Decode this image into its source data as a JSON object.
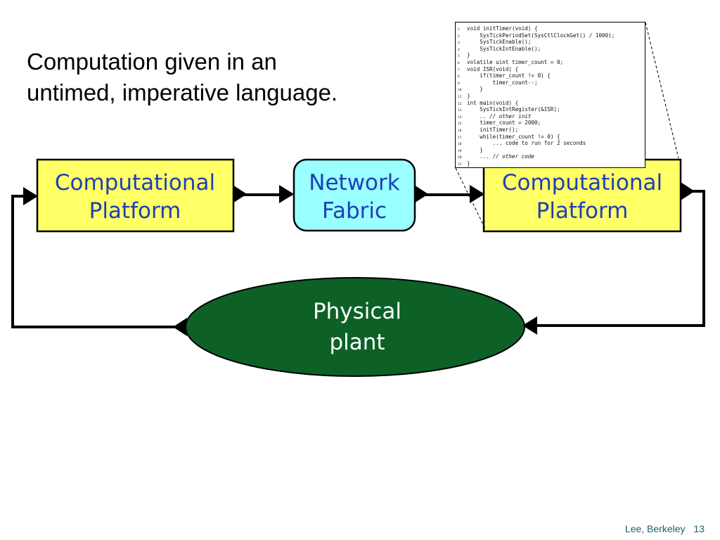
{
  "headline": {
    "line1": "Computation given in an",
    "line2": "untimed, imperative language."
  },
  "nodes": {
    "left_platform": {
      "line1": "Computational",
      "line2": "Platform"
    },
    "network": {
      "line1": "Network",
      "line2": "Fabric"
    },
    "right_platform": {
      "line1": "Computational",
      "line2": "Platform"
    },
    "plant": {
      "line1": "Physical",
      "line2": "plant"
    }
  },
  "code": {
    "lines": [
      {
        "n": "1",
        "text": "void initTimer(void) {",
        "comment": false
      },
      {
        "n": "2",
        "text": "    SysTickPeriodSet(SysCtlClockGet() / 1000);",
        "comment": false
      },
      {
        "n": "3",
        "text": "    SysTickEnable();",
        "comment": false
      },
      {
        "n": "4",
        "text": "    SysTickIntEnable();",
        "comment": false
      },
      {
        "n": "5",
        "text": "}",
        "comment": false
      },
      {
        "n": "6",
        "text": "volatile uint timer_count = 0;",
        "comment": false
      },
      {
        "n": "7",
        "text": "void ISR(void) {",
        "comment": false
      },
      {
        "n": "8",
        "text": "    if(timer_count != 0) {",
        "comment": false
      },
      {
        "n": "9",
        "text": "        timer_count--;",
        "comment": false
      },
      {
        "n": "10",
        "text": "    }",
        "comment": false
      },
      {
        "n": "11",
        "text": "}",
        "comment": false
      },
      {
        "n": "12",
        "text": "int main(void) {",
        "comment": false
      },
      {
        "n": "13",
        "text": "    SysTickIntRegister(&ISR);",
        "comment": false
      },
      {
        "n": "14",
        "text": "    .. // other init",
        "comment": true
      },
      {
        "n": "15",
        "text": "    timer_count = 2000;",
        "comment": false
      },
      {
        "n": "16",
        "text": "    initTimer();",
        "comment": false
      },
      {
        "n": "17",
        "text": "    while(timer_count != 0) {",
        "comment": false
      },
      {
        "n": "18",
        "text": "        ... code to run for 2 seconds",
        "comment": false
      },
      {
        "n": "19",
        "text": "    }",
        "comment": false
      },
      {
        "n": "20",
        "text": "    ... // other code",
        "comment": true
      },
      {
        "n": "21",
        "text": "}",
        "comment": false
      }
    ]
  },
  "footer": {
    "author": "Lee, Berkeley",
    "page": "13"
  },
  "colors": {
    "platform_fill": "#ffff66",
    "network_fill": "#99ffff",
    "plant_fill": "#0d6127",
    "box_text": "#1f3fb6",
    "plant_text": "#ffffff",
    "line": "#000000"
  }
}
